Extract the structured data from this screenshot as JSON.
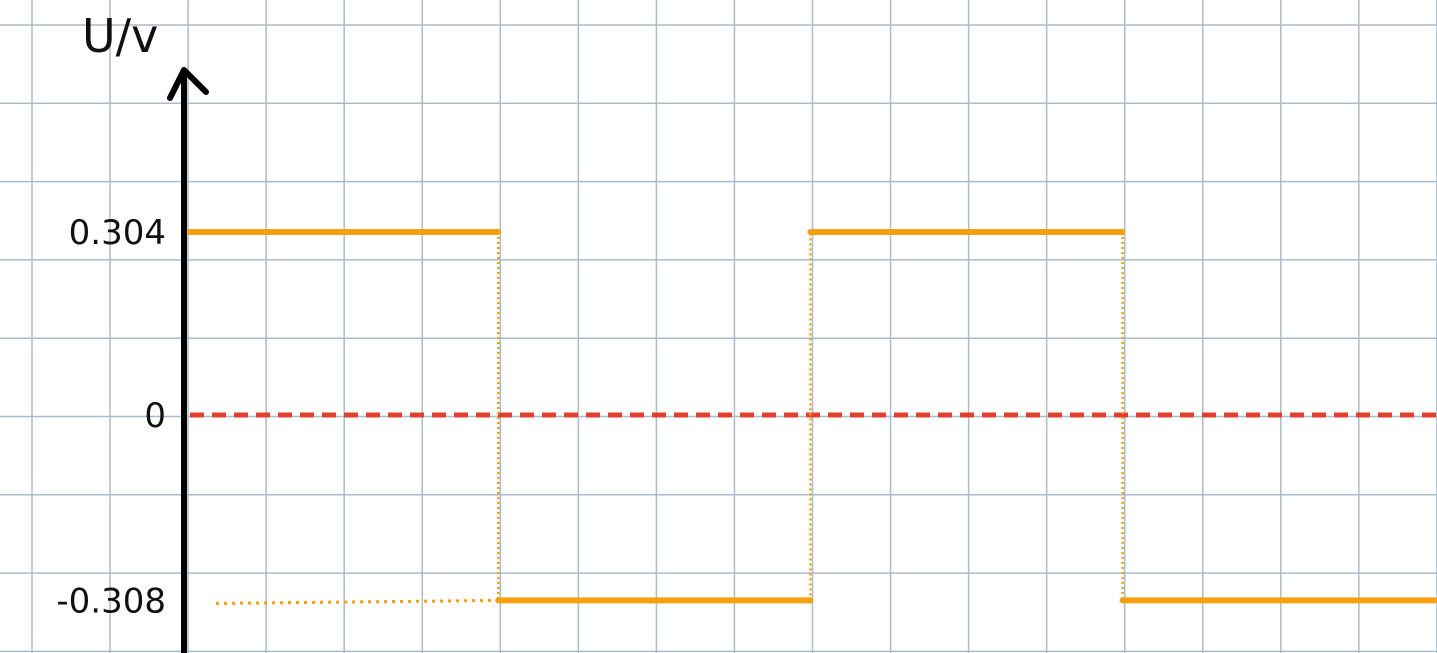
{
  "chart_data": {
    "type": "line",
    "ylabel": "U/v",
    "yticks": [
      {
        "value": 0.304,
        "label": "0.304"
      },
      {
        "value": 0,
        "label": "0"
      },
      {
        "value": -0.308,
        "label": "-0.308"
      }
    ],
    "ylim": [
      -0.33,
      0.82
    ],
    "grid": true,
    "series": [
      {
        "values": [
          {
            "x_start": 0,
            "x_end": 4,
            "y": 0.304
          },
          {
            "x_start": 4,
            "x_end": 8,
            "y": -0.308
          },
          {
            "x_start": 8,
            "x_end": 12,
            "y": 0.304
          },
          {
            "x_start": 12,
            "x_end": 16,
            "y": -0.308
          }
        ]
      }
    ],
    "reference_line": {
      "y": 0,
      "style": "dashed"
    },
    "colors": {
      "signal": "#f5a011",
      "zero_line": "#e0402c",
      "grid": "#a9bccd",
      "axis": "#000000"
    }
  }
}
